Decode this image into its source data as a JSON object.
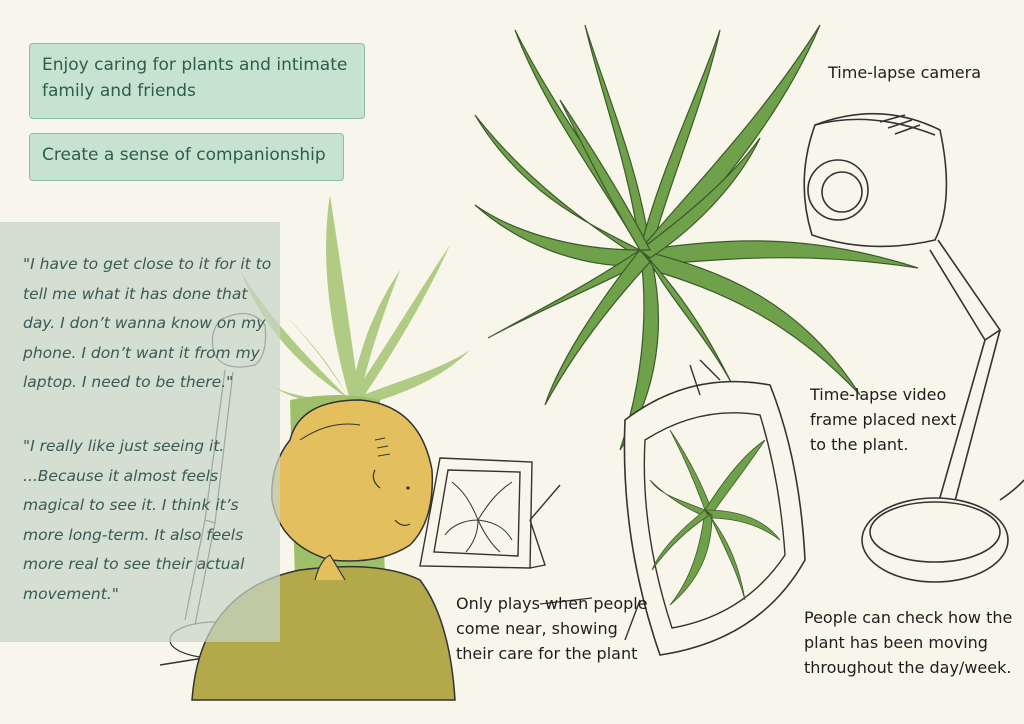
{
  "tags": {
    "enjoy": "Enjoy caring for plants and intimate family and friends",
    "companionship": "Create a sense of companionship"
  },
  "quotes": {
    "first": "\"I have to get close to it for it to tell me what it has done that day. I don’t wanna know on my phone. I don’t want it from my laptop. I need to be there.\"",
    "second": "\"I really like just seeing it. ...Because it almost feels magical to see it. I think it’s more long-term. It also feels more real to see their actual movement.\""
  },
  "annotations": {
    "camera": "Time-lapse camera",
    "frame": "Time-lapse video frame placed next to the plant.",
    "plays": "Only plays when people come near, showing their care for the plant",
    "check": "People can check how the plant has been moving throughout the day/week."
  },
  "colors": {
    "background": "#f8f5ea",
    "tag_fill": "#c6e3cf",
    "leaf_green": "#6fa04a",
    "person_skin": "#e3bf5e",
    "person_shirt": "#b3a84a",
    "quote_text": "#3a5a55"
  }
}
